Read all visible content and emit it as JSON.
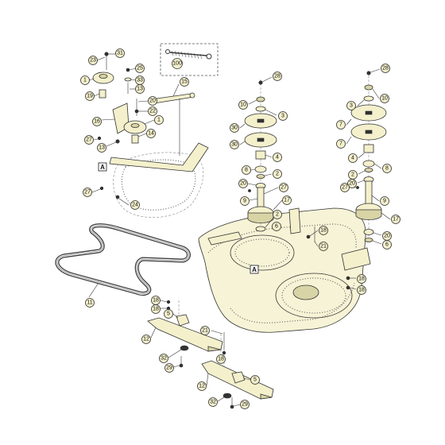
{
  "callouts": [
    {
      "label": "23"
    },
    {
      "label": "31"
    },
    {
      "label": "1"
    },
    {
      "label": "25"
    },
    {
      "label": "33"
    },
    {
      "label": "13"
    },
    {
      "label": "19"
    },
    {
      "label": "20"
    },
    {
      "label": "22"
    },
    {
      "label": "16"
    },
    {
      "label": "1"
    },
    {
      "label": "27"
    },
    {
      "label": "13"
    },
    {
      "label": "14"
    },
    {
      "label": "15"
    },
    {
      "label": "100"
    },
    {
      "label": "27"
    },
    {
      "label": "24"
    },
    {
      "label": "28"
    },
    {
      "label": "10"
    },
    {
      "label": "3"
    },
    {
      "label": "30"
    },
    {
      "label": "30"
    },
    {
      "label": "4"
    },
    {
      "label": "8"
    },
    {
      "label": "2"
    },
    {
      "label": "20"
    },
    {
      "label": "27"
    },
    {
      "label": "17"
    },
    {
      "label": "9"
    },
    {
      "label": "2"
    },
    {
      "label": "6"
    },
    {
      "label": "28"
    },
    {
      "label": "10"
    },
    {
      "label": "3"
    },
    {
      "label": "7"
    },
    {
      "label": "7"
    },
    {
      "label": "4"
    },
    {
      "label": "8"
    },
    {
      "label": "2"
    },
    {
      "label": "20"
    },
    {
      "label": "27"
    },
    {
      "label": "9"
    },
    {
      "label": "17"
    },
    {
      "label": "20"
    },
    {
      "label": "6"
    },
    {
      "label": "18"
    },
    {
      "label": "21"
    },
    {
      "label": "18"
    },
    {
      "label": "18"
    },
    {
      "label": "11"
    },
    {
      "label": "18"
    },
    {
      "label": "18"
    },
    {
      "label": "5"
    },
    {
      "label": "12"
    },
    {
      "label": "32"
    },
    {
      "label": "29"
    },
    {
      "label": "21"
    },
    {
      "label": "18"
    },
    {
      "label": "5"
    },
    {
      "label": "12"
    },
    {
      "label": "32"
    },
    {
      "label": "29"
    }
  ],
  "references": [
    {
      "label": "A"
    },
    {
      "label": "A"
    }
  ]
}
